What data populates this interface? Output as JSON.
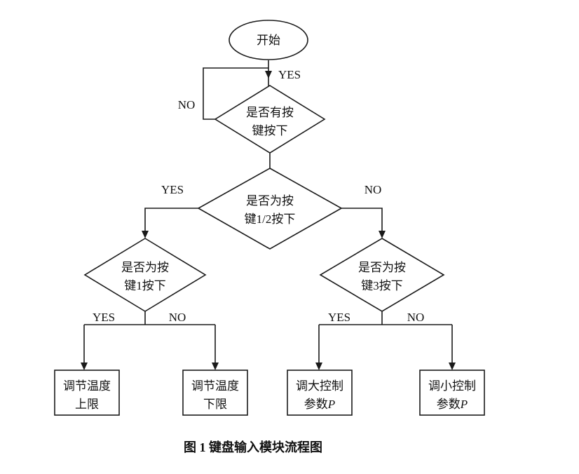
{
  "figure": {
    "caption": "图 1 键盘输入模块流程图"
  },
  "nodes": {
    "start": {
      "label": "开始"
    },
    "decision_key_pressed": {
      "line1": "是否有按",
      "line2": "键按下"
    },
    "decision_key12": {
      "line1": "是否为按",
      "line2": "键1/2按下"
    },
    "decision_key1": {
      "line1": "是否为按",
      "line2": "键1按下"
    },
    "decision_key3": {
      "line1": "是否为按",
      "line2": "键3按下"
    },
    "adjust_temp_upper": {
      "line1": "调节温度",
      "line2": "上限"
    },
    "adjust_temp_lower": {
      "line1": "调节温度",
      "line2": "下限"
    },
    "increase_param": {
      "line1": "调大控制",
      "line2_text": "参数",
      "line2_var": "P"
    },
    "decrease_param": {
      "line1": "调小控制",
      "line2_text": "参数",
      "line2_var": "P"
    }
  },
  "edge_labels": {
    "start_yes": "YES",
    "loop_no": "NO",
    "key12_yes": "YES",
    "key12_no": "NO",
    "key1_yes": "YES",
    "key1_no": "NO",
    "key3_yes": "YES",
    "key3_no": "NO"
  }
}
